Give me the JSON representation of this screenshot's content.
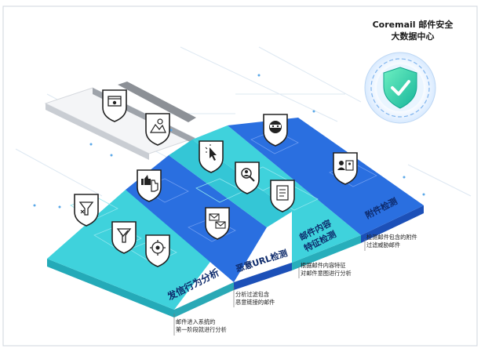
{
  "center": {
    "title_line1": "Coremail 邮件安全",
    "title_line2": "大数据中心"
  },
  "lanes": [
    {
      "label": "发信行为分析",
      "desc_line1": "邮件进入系统的",
      "desc_line2": "第一阶段就进行分析"
    },
    {
      "label": "恶意URL检测",
      "desc_line1": "分析过滤包含",
      "desc_line2": "恶意链接的邮件"
    },
    {
      "label_line1": "邮件内容",
      "label_line2": "特征检测",
      "desc_line1": "根据邮件内容特征",
      "desc_line2": "对邮件意图进行分析"
    },
    {
      "label": "附件检测",
      "desc_line1": "检测邮件包含的附件",
      "desc_line2": "过滤威胁邮件"
    }
  ],
  "colors": {
    "cyan": "#3fd2dc",
    "cyan_dark": "#27aebb",
    "blue": "#2a6fe0",
    "blue_dark": "#1c50b8",
    "shield_green": "#2fd39a"
  },
  "icons": [
    "window-shield-icon",
    "thumb-up-down-icon",
    "filter-x-icon",
    "filter-check-icon",
    "gear-target-icon",
    "landscape-shield-icon",
    "cursor-click-icon",
    "mail-swap-icon",
    "user-search-icon",
    "document-list-icon",
    "masked-user-icon",
    "person-card-icon",
    "shield-check-icon"
  ]
}
